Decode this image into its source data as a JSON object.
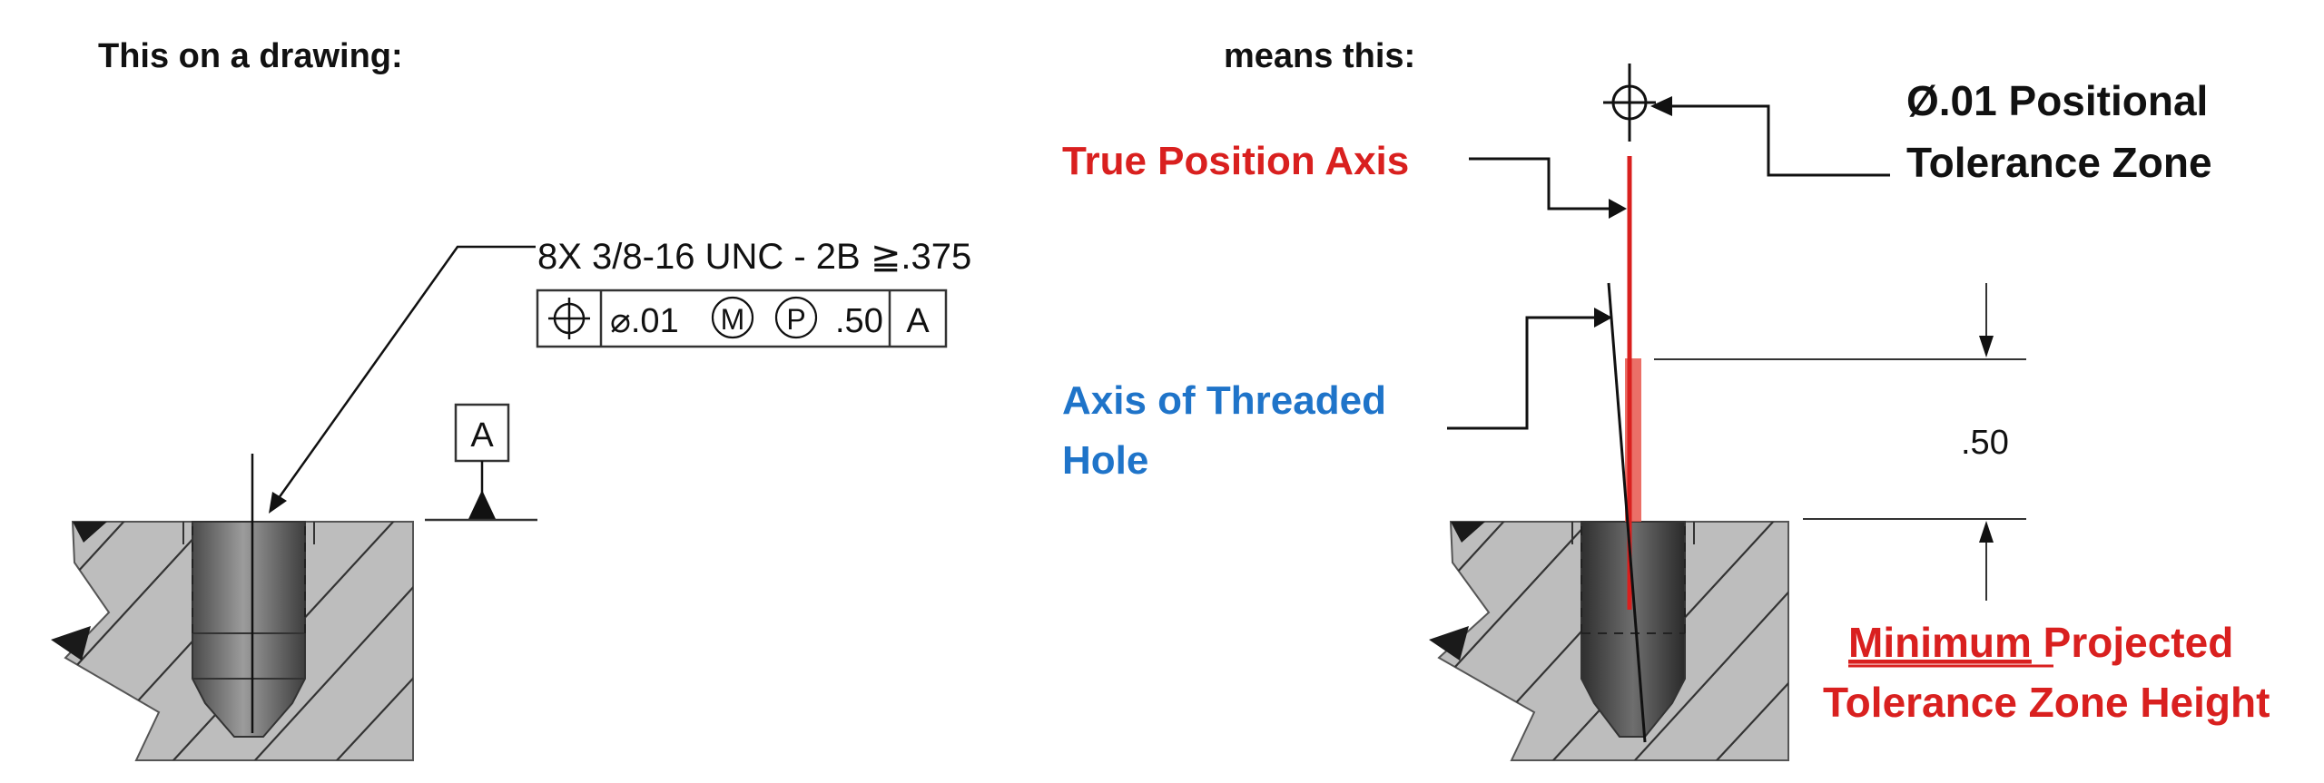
{
  "left_panel": {
    "heading": "This on a drawing:",
    "callout_text": "8X 3/8-16 UNC - 2B ≧.375",
    "fcf": {
      "symbol": "⊕",
      "tolerance": "⌀.01",
      "mmc_modifier": "M",
      "projected_modifier": "P",
      "projected_height": ".50",
      "datum": "A"
    },
    "datum_label": "A"
  },
  "right_panel": {
    "heading": "means this:",
    "true_position_label": "True Position Axis",
    "positional_zone_line1": "Ø.01 Positional",
    "positional_zone_line2": "Tolerance Zone",
    "threaded_axis_line1": "Axis of Threaded",
    "threaded_axis_line2": "Hole",
    "dimension_value": ".50",
    "min_word": "Minimum",
    "min_rest": " Projected",
    "min_line2": "Tolerance Zone Height"
  },
  "colors": {
    "red": "#d9201f",
    "blue": "#1f74c9",
    "black": "#111111",
    "part_gray": "#bdbdbd",
    "hole_dark": "#5a5a5a",
    "hole_light": "#8a8a8a"
  }
}
